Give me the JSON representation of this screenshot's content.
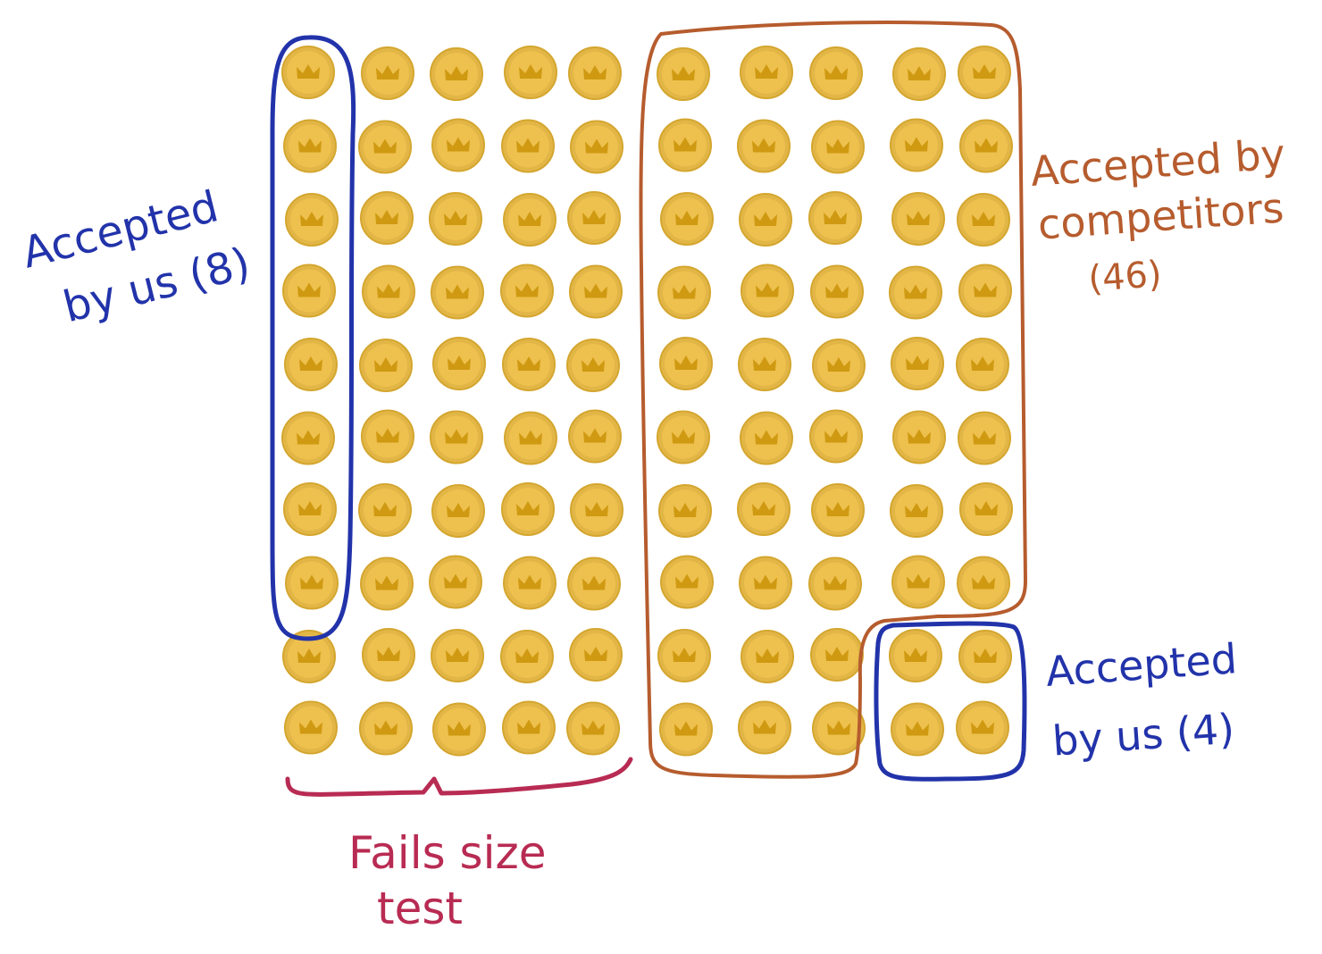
{
  "annotations": {
    "left_group": {
      "line1": "Accepted",
      "line2": "by us (8)",
      "color": "#2233aa"
    },
    "right_group": {
      "line1": "Accepted by",
      "line2": "competitors",
      "line3": "(46)",
      "color": "#b65c2e"
    },
    "bottom_right_group": {
      "line1": "Accepted",
      "line2": "by us (4)",
      "color": "#2233aa"
    },
    "bottom_bracket": {
      "line1": "Fails size",
      "line2": "test",
      "color": "#b82b52"
    }
  },
  "grid": {
    "rows": 10,
    "columns": 10,
    "total_coins": 100,
    "coin_icon": "crown-coin-icon",
    "coin_color": "#e8b94a",
    "crown_color": "#cf9a12"
  }
}
